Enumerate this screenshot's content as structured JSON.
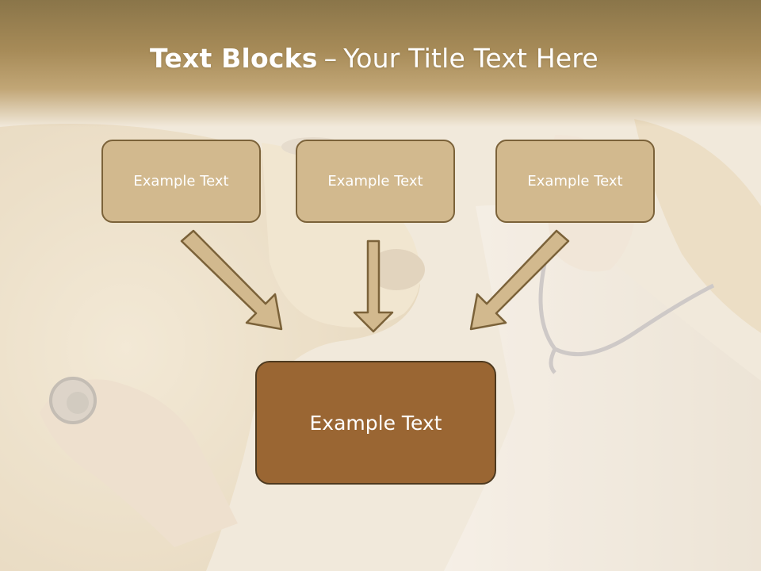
{
  "slide": {
    "title_bold": "Text Blocks",
    "title_dash": "–",
    "title_rest": "Your Title Text Here"
  },
  "blocks": [
    {
      "text": "Example Text"
    },
    {
      "text": "Example Text"
    },
    {
      "text": "Example Text"
    }
  ],
  "main_block": {
    "text": "Example Text"
  },
  "colors": {
    "header": "#a78b58",
    "block_fill": "#d2b98e",
    "block_border": "#7b6239",
    "main_fill": "#9a6633",
    "arrow_fill": "#d2b98e",
    "arrow_border": "#7b6239"
  },
  "background": {
    "icon": "vet-dog-stethoscope-photo"
  }
}
